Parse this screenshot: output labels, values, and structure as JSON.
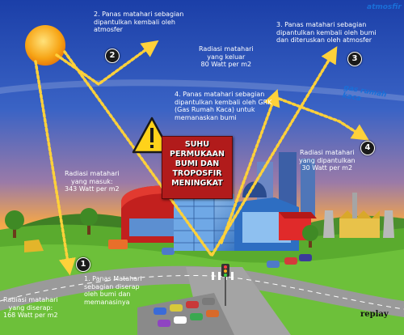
{
  "header": {
    "atmosphere_label": "atmosfir"
  },
  "labels": {
    "greenhouse_gas": "gas rumah kaca",
    "alert": "SUHU PERMUKAAN BUMI DAN TROPOSFIR MENINGKAT",
    "replay": "replay"
  },
  "steps": {
    "s1": {
      "number": "1",
      "lines": [
        "1. Panas Matahari",
        "sebagian diserap",
        "oleh bumi dan",
        "memanasinya"
      ]
    },
    "s2": {
      "number": "2",
      "lines": [
        "2. Panas matahari sebagian",
        "dipantulkan kembali oleh",
        "atmosfer"
      ]
    },
    "s3": {
      "number": "3",
      "lines": [
        "3. Panas matahari sebagian",
        "dipantulkan kembali oleh bumi",
        "dan diteruskan oleh atmosfer"
      ]
    },
    "s4": {
      "number": "4",
      "lines": [
        "4. Panas matahari sebagian",
        "dipantulkan kembali oleh GRK",
        "(Gas Rumah Kaca) untuk",
        "memanaskan bumi"
      ]
    }
  },
  "radiation": {
    "outgoing": [
      "Radiasi matahari",
      "yang keluar",
      "80 Watt per m2"
    ],
    "reflected": [
      "Radiasi matahari",
      "yang dipantulkan",
      "30 Watt per m2"
    ],
    "incoming": [
      "Radiasi matahari",
      "yang masuk:",
      "343 Watt per m2"
    ],
    "absorbed": [
      "Radiasi matahari",
      "yang diserap:",
      "168 Watt per m2"
    ]
  },
  "icons": {
    "sun": "sun-icon",
    "warning": "warning-triangle-icon"
  },
  "colors": {
    "sky_top": "#1b3fa8",
    "sky_bottom": "#f3a64a",
    "arrow": "#ffd13a",
    "alert_bg": "#b11b1b",
    "grass": "#4e9a2a",
    "atmosphere_text": "#1a6fd8"
  }
}
